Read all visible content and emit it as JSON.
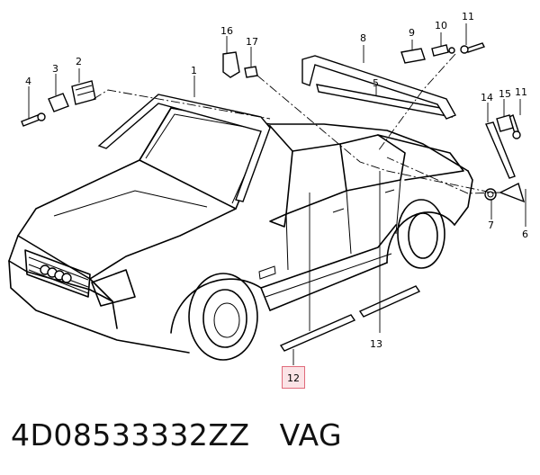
{
  "diagram": {
    "callouts": [
      "1",
      "2",
      "3",
      "4",
      "5",
      "6",
      "7",
      "8",
      "9",
      "10",
      "11",
      "11",
      "12",
      "13",
      "14",
      "15",
      "16",
      "17"
    ],
    "highlighted_callout": "12",
    "highlight_color": "#e06a7a"
  },
  "caption": {
    "part_number": "4D08533332ZZ",
    "brand": "VAG"
  }
}
